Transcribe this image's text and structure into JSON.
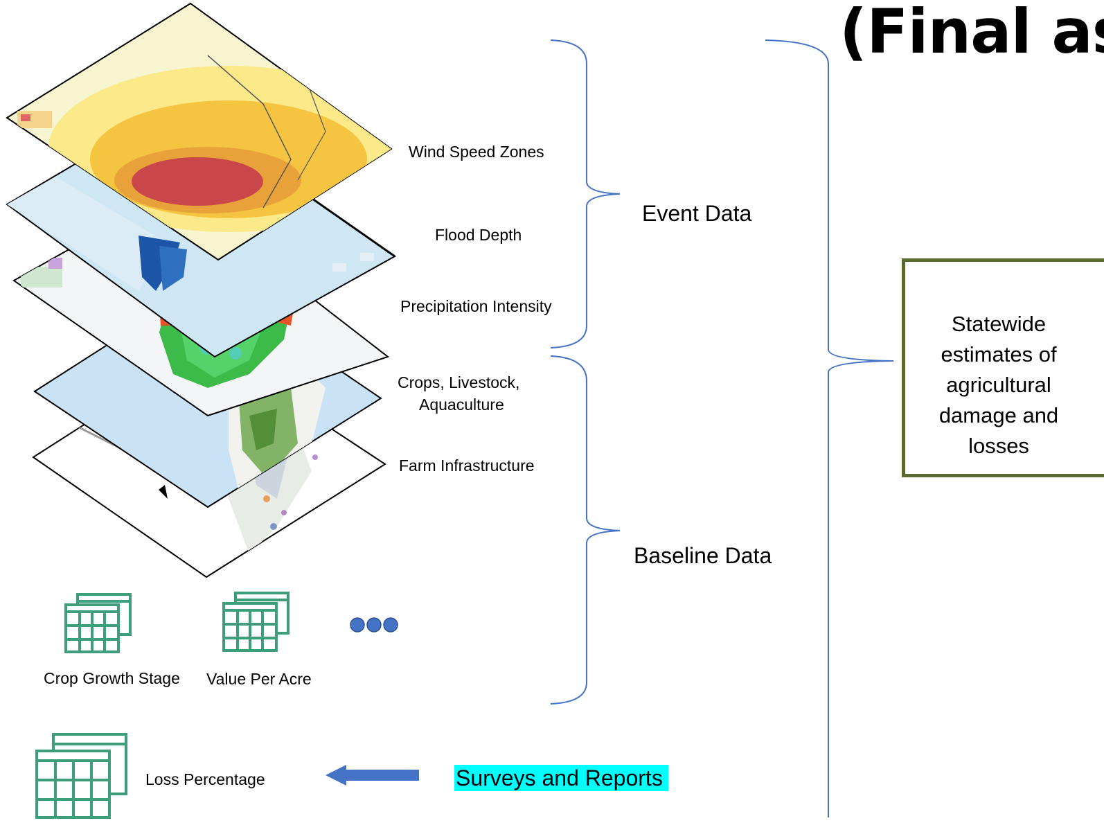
{
  "title": "(Final as",
  "layers": {
    "wind": "Wind Speed Zones",
    "flood": "Flood Depth",
    "precip": "Precipitation Intensity",
    "crops_line1": "Crops, Livestock,",
    "crops_line2": "Aquaculture",
    "farm": "Farm Infrastructure"
  },
  "groups": {
    "event": "Event Data",
    "baseline": "Baseline Data"
  },
  "tables": {
    "crop_growth": "Crop Growth Stage",
    "value_per_acre": "Value Per Acre",
    "loss_percentage": "Loss Percentage"
  },
  "source": "Surveys and Reports",
  "result": "Statewide estimates of agricultural damage and losses",
  "colors": {
    "brace": "#4472c4",
    "table_icon": "#3f9e7a",
    "arrow": "#4472c4",
    "dots": "#4472c4",
    "result_border": "#5a6b2e",
    "highlight": "#00ffff"
  }
}
